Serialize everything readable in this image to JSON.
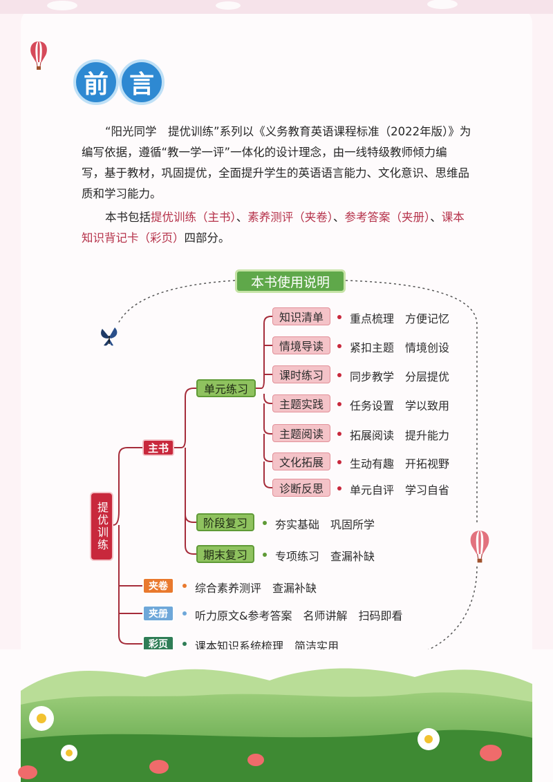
{
  "title": "前言",
  "intro": {
    "p1_lines": [
      "“阳光同学　提优训练”系列以《义务教育英语课程标准（2022年版）》为",
      "编写依据，遵循“教一学一评”一体化的设计理念，由一线特级教师倾力编",
      "写，基于教材，巩固提优，全面提升学生的英语语言能力、文化意识、思维品",
      "质和学习能力。"
    ],
    "p2": {
      "prefix": "本书包括",
      "part1": "提优训练（主书）",
      "sep1": "、",
      "part2": "素养测评（夹卷）",
      "sep2": "、",
      "part3": "参考答案（夹册）",
      "sep3": "、",
      "part4a": "课本",
      "part4b": "知识背记卡（彩页）",
      "suffix": "四部分。"
    }
  },
  "guide": {
    "header": "本书使用说明",
    "root": "提优训练",
    "main_book": "主书",
    "unit_practice": "单元练习",
    "unit_items": [
      {
        "label": "知识清单",
        "desc": "重点梳理　方便记忆"
      },
      {
        "label": "情境导读",
        "desc": "紧扣主题　情境创设"
      },
      {
        "label": "课时练习",
        "desc": "同步教学　分层提优"
      },
      {
        "label": "主题实践",
        "desc": "任务设置　学以致用"
      },
      {
        "label": "主题阅读",
        "desc": "拓展阅读　提升能力"
      },
      {
        "label": "文化拓展",
        "desc": "生动有趣　开拓视野"
      },
      {
        "label": "诊断反思",
        "desc": "单元自评　学习自省"
      }
    ],
    "review_items": [
      {
        "label": "阶段复习",
        "desc": "夯实基础　巩固所学"
      },
      {
        "label": "期末复习",
        "desc": "专项练习　查漏补缺"
      }
    ],
    "extras": [
      {
        "label": "夹卷",
        "desc": "综合素养测评　查漏补缺",
        "color": "#e9792e"
      },
      {
        "label": "夹册",
        "desc": "听力原文&参考答案　名师讲解　扫码即看",
        "color": "#6ea7d9"
      },
      {
        "label": "彩页",
        "desc": "课本知识系统梳理　简洁实用",
        "color": "#2f7d56"
      }
    ]
  },
  "icons": [
    "hot-air-balloon-icon",
    "butterfly-icon",
    "daisy-flower-icon",
    "tulip-icon"
  ],
  "colors": {
    "title_badge": "#2e89d2",
    "highlight_text": "#b5324a",
    "unit_item_box": "#f4c3c8",
    "green_box": "#8fc25f",
    "dark_red_box": "#c8283c",
    "header_box": "#5fa84a"
  }
}
